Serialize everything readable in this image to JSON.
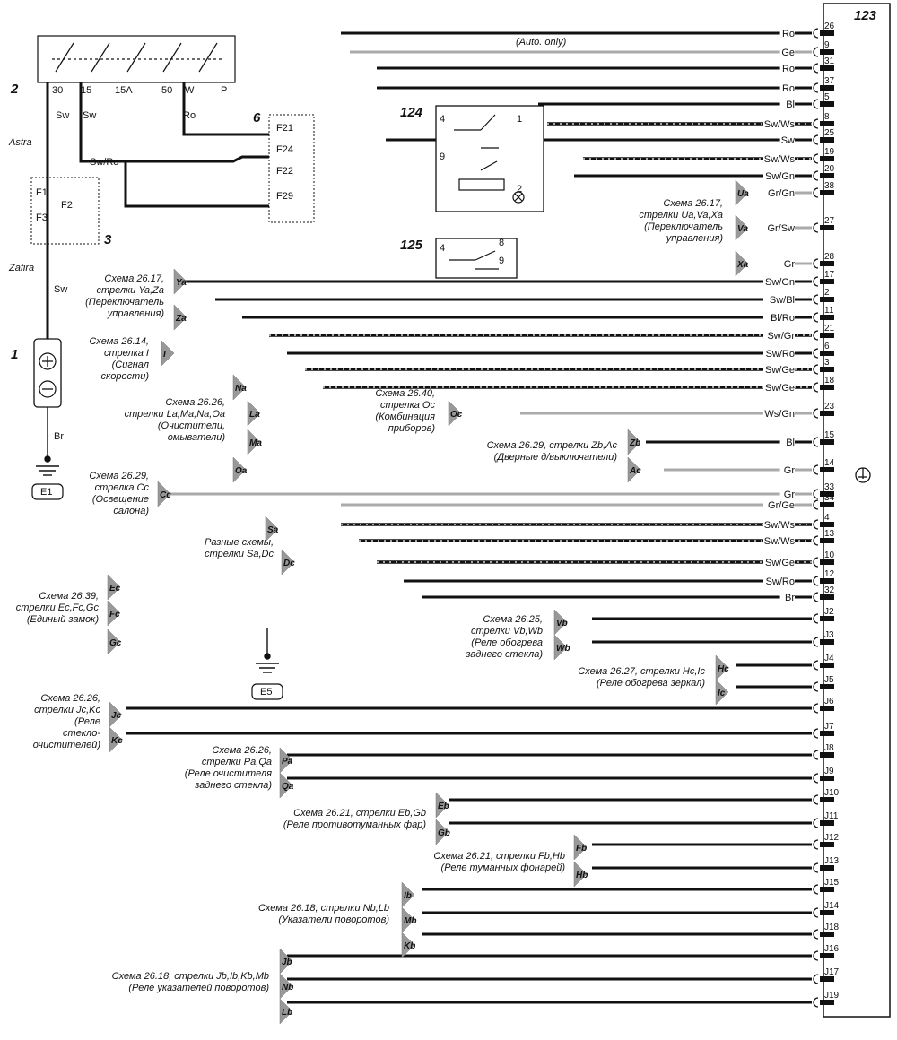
{
  "unit": {
    "number": "123"
  },
  "wires": [
    {
      "pin": "26",
      "color": "Ro",
      "style": "b"
    },
    {
      "pin": "9",
      "color": "Ge",
      "style": "g"
    },
    {
      "pin": "31",
      "color": "Ro",
      "style": "b"
    },
    {
      "pin": "37",
      "color": "Ro",
      "style": "b"
    },
    {
      "pin": "5",
      "color": "Bl",
      "style": "b"
    },
    {
      "pin": "8",
      "color": "Sw/Ws",
      "style": "d"
    },
    {
      "pin": "25",
      "color": "Sw",
      "style": "b"
    },
    {
      "pin": "19",
      "color": "Sw/Ws",
      "style": "d"
    },
    {
      "pin": "20",
      "color": "Sw/Gn",
      "style": "b"
    },
    {
      "pin": "38",
      "color": "Gr/Gn",
      "style": "g"
    },
    {
      "pin": "27",
      "color": "Gr/Sw",
      "style": "g"
    },
    {
      "pin": "28",
      "color": "Gr",
      "style": "g"
    },
    {
      "pin": "17",
      "color": "Sw/Gn",
      "style": "b"
    },
    {
      "pin": "2",
      "color": "Sw/Bl",
      "style": "b"
    },
    {
      "pin": "11",
      "color": "Bl/Ro",
      "style": "b"
    },
    {
      "pin": "21",
      "color": "Sw/Gr",
      "style": "d"
    },
    {
      "pin": "6",
      "color": "Sw/Ro",
      "style": "b"
    },
    {
      "pin": "3",
      "color": "Sw/Ge",
      "style": "d"
    },
    {
      "pin": "18",
      "color": "Sw/Ge",
      "style": "d"
    },
    {
      "pin": "23",
      "color": "Ws/Gn",
      "style": "g"
    },
    {
      "pin": "15",
      "color": "Bl",
      "style": "b"
    },
    {
      "pin": "14",
      "color": "Gr",
      "style": "g"
    },
    {
      "pin": "33",
      "color": "Gr",
      "style": "g"
    },
    {
      "pin": "34",
      "color": "Gr/Ge",
      "style": "g"
    },
    {
      "pin": "4",
      "color": "Sw/Ws",
      "style": "d"
    },
    {
      "pin": "13",
      "color": "Sw/Ws",
      "style": "d"
    },
    {
      "pin": "10",
      "color": "Sw/Ge",
      "style": "d"
    },
    {
      "pin": "12",
      "color": "Sw/Ro",
      "style": "b"
    },
    {
      "pin": "32",
      "color": "Br",
      "style": "b"
    },
    {
      "pin": "J2",
      "color": "",
      "style": "b"
    },
    {
      "pin": "J3",
      "color": "",
      "style": "b"
    },
    {
      "pin": "J4",
      "color": "",
      "style": "b"
    },
    {
      "pin": "J5",
      "color": "",
      "style": "b"
    },
    {
      "pin": "J6",
      "color": "",
      "style": "b"
    },
    {
      "pin": "J7",
      "color": "",
      "style": "b"
    },
    {
      "pin": "J8",
      "color": "",
      "style": "b"
    },
    {
      "pin": "J9",
      "color": "",
      "style": "b"
    },
    {
      "pin": "J10",
      "color": "",
      "style": "b"
    },
    {
      "pin": "J11",
      "color": "",
      "style": "b"
    },
    {
      "pin": "J12",
      "color": "",
      "style": "b"
    },
    {
      "pin": "J13",
      "color": "",
      "style": "b"
    },
    {
      "pin": "J15",
      "color": "",
      "style": "b"
    },
    {
      "pin": "J14",
      "color": "",
      "style": "b"
    },
    {
      "pin": "J18",
      "color": "",
      "style": "b"
    },
    {
      "pin": "J16",
      "color": "",
      "style": "b"
    },
    {
      "pin": "J17",
      "color": "",
      "style": "b"
    },
    {
      "pin": "J19",
      "color": "",
      "style": "b"
    }
  ],
  "labels": {
    "auto_only": "(Auto. only)",
    "n1": "1",
    "n2": "2",
    "n3": "3",
    "n6": "6",
    "n124": "124",
    "n125": "125",
    "astra": "Astra",
    "zafira": "Zafira",
    "f1": "F1",
    "f2": "F2",
    "f3": "F3",
    "f21": "F21",
    "f24": "F24",
    "f22": "F22",
    "f29": "F29",
    "sw_ro": "Sw/Ro",
    "sw": "Sw",
    "ro": "Ro",
    "br": "Br",
    "sw_a": "Sw",
    "sw_b": "Sw",
    "t30": "30",
    "t15": "15",
    "t15a": "15A",
    "t50": "50",
    "tw": "W",
    "tp": "P",
    "r124_4": "4",
    "r124_1": "1",
    "r124_9": "9",
    "r124_2": "2",
    "r125_4": "4",
    "r125_8": "8",
    "r125_9": "9",
    "e1": "E1",
    "e5": "E5"
  },
  "annotations": {
    "ua_text": [
      "Схема 26.17,",
      "стрелки Ua,Va,Xa",
      "(Переключатель",
      "управления)"
    ],
    "ya_text": [
      "Схема 26.17,",
      "стрелки Ya,Za",
      "(Переключатель",
      "управления)"
    ],
    "i_text": [
      "Схема 26.14,",
      "стрелка I",
      "(Сигнал",
      "скорости)"
    ],
    "la_text": [
      "Схема 26.26,",
      "стрелки La,Ma,Na,Oa",
      "(Очистители,",
      "омыватели)"
    ],
    "oc_text": [
      "Схема 26.40,",
      "стрелка Oc",
      "(Комбинация",
      "приборов)"
    ],
    "zb_text": [
      "Схема 26.29, стрелки Zb,Ac",
      "(Дверные д/выключатели)"
    ],
    "cc_text": [
      "Схема 26.29,",
      "стрелка Cc",
      "(Освещение",
      "салона)"
    ],
    "sa_text": [
      "Разные схемы,",
      "стрелки Sa,Dc"
    ],
    "ec_text": [
      "Схема 26.39,",
      "стрелки Ec,Fc,Gc",
      "(Единый замок)"
    ],
    "vb_text": [
      "Схема 26.25,",
      "стрелки Vb,Wb",
      "(Реле обогрева",
      "заднего стекла)"
    ],
    "hc_text": [
      "Схема 26.27, стрелки Hc,Ic",
      "(Реле обогрева зеркал)"
    ],
    "jc_text": [
      "Схема 26.26,",
      "стрелки  Jc,Kc",
      "(Реле",
      "стекло-",
      "очистителей)"
    ],
    "pa_text": [
      "Схема 26.26,",
      "стрелки Pa,Qa",
      "(Реле очистителя",
      "заднего стекла)"
    ],
    "eb_text": [
      "Схема 26.21, стрелки Eb,Gb",
      "(Реле противотуманных фар)"
    ],
    "fb_text": [
      "Схема 26.21, стрелки Fb,Hb",
      "(Реле туманных фонарей)"
    ],
    "nb_text": [
      "Схема 26.18, стрелки Nb,Lb",
      "(Указатели поворотов)"
    ],
    "jb_text": [
      "Схема 26.18, стрелки  Jb,Ib,Kb,Mb",
      "(Реле указателей поворотов)"
    ]
  },
  "arrows": [
    "Ua",
    "Va",
    "Xa",
    "Ya",
    "Za",
    "I",
    "Na",
    "La",
    "Ma",
    "Oa",
    "Oc",
    "Zb",
    "Ac",
    "Cc",
    "Sa",
    "Dc",
    "Ec",
    "Fc",
    "Gc",
    "Vb",
    "Wb",
    "Hc",
    "Ic",
    "Jc",
    "Kc",
    "Pa",
    "Qa",
    "Eb",
    "Gb",
    "Fb",
    "Hb",
    "Ib",
    "Mb",
    "Kb",
    "Jb",
    "Nb",
    "Lb"
  ]
}
